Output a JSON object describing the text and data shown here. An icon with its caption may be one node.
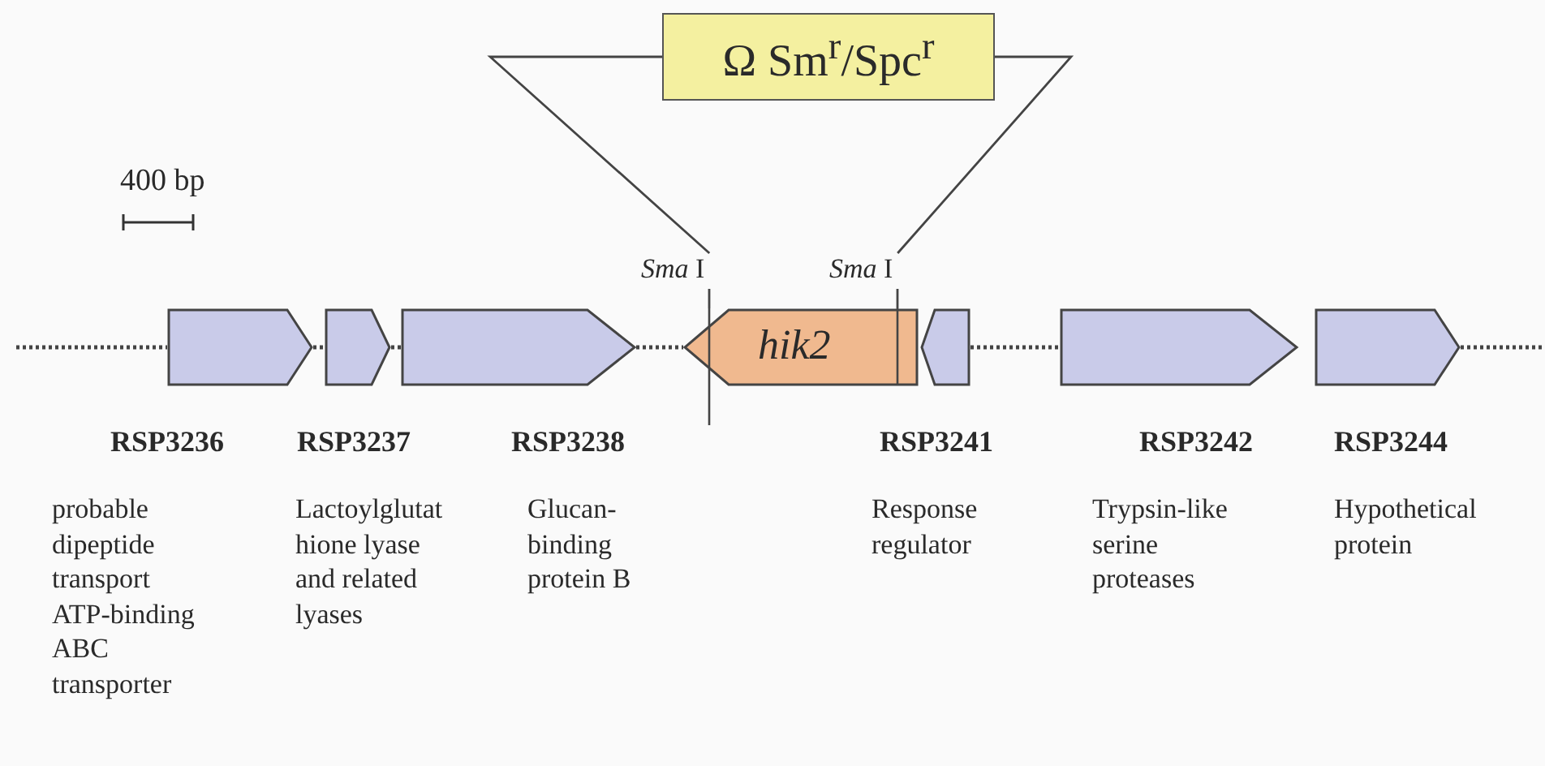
{
  "diagram": {
    "nodes": [
      {
        "text": [
          "Ω Sm$^{r}$/Spc$^{r}$"
        ]
      },
      {
        "text": [
          "*Sma* I"
        ]
      },
      {
        "text": [
          "*Sma* I"
        ]
      },
      {
        "text": [],
        "shape": "pentagon",
        "beside": [
          "RSP3236",
          "probable dipeptide transport ATP-binding ABC transporter"
        ]
      },
      {
        "text": [],
        "shape": "pentagon",
        "beside": [
          "RSP3237",
          "Lactoylglutat hione lyase and related lyases"
        ]
      },
      {
        "text": [],
        "shape": "pentagon",
        "beside": [
          "RSP3238",
          "Glucan-binding protein B"
        ]
      },
      {
        "text": [
          "hik2"
        ]
      },
      {
        "text": [],
        "shape": "pentagon",
        "beside": [
          "RSP3241",
          "Response regulator"
        ]
      },
      {
        "text": [],
        "shape": "pentagon",
        "beside": [
          "RSP3242",
          "Trypsin-like serine proteases"
        ]
      },
      {
        "text": [],
        "shape": "pentagon",
        "beside": [
          "RSP3244",
          "Hypothetical protein"
        ]
      }
    ],
    "edges": [
      {
        "from": 0,
        "to": 1,
        "arrow": "none"
      },
      {
        "from": 0,
        "to": 2,
        "arrow": "none"
      },
      {
        "from": 1,
        "to": 6,
        "arrow": "none"
      },
      {
        "from": 2,
        "to": 6,
        "arrow": "none"
      },
      {
        "from": null,
        "to": 3,
        "arrow": "none",
        "style": "dashed"
      },
      {
        "from": 5,
        "to": 6,
        "arrow": "none",
        "style": "dashed"
      },
      {
        "from": 7,
        "to": 8,
        "arrow": "none",
        "style": "dashed"
      },
      {
        "from": 9,
        "to": null,
        "arrow": "none",
        "style": "dashed"
      }
    ],
    "labels": [
      "400 bp"
    ]
  }
}
